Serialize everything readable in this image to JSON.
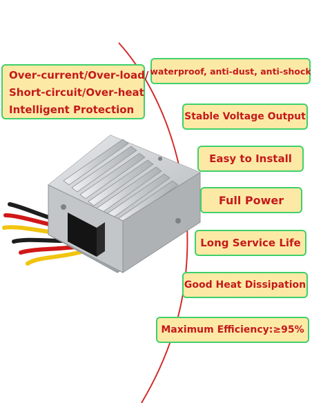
{
  "protection": {
    "lines": [
      "Over-current/Over-load/",
      "Short-circuit/Over-heat",
      "Intelligent Protection"
    ]
  },
  "features": [
    "waterproof, anti-dust, anti-shock",
    "Stable Voltage Output",
    "Easy to Install",
    "Full Power",
    "Long Service Life",
    "Good Heat Dissipation",
    "Maximum Efficiency:≥95%"
  ],
  "colors": {
    "label_fill": "#fde9a6",
    "label_border": "#3fd06a",
    "label_text": "#c31a1a",
    "arc": "#d42a2a",
    "housing": "#cfd2d4"
  },
  "product": {
    "icon": "dc-dc-converter-module-icon",
    "wires": [
      "black",
      "red",
      "yellow"
    ]
  }
}
